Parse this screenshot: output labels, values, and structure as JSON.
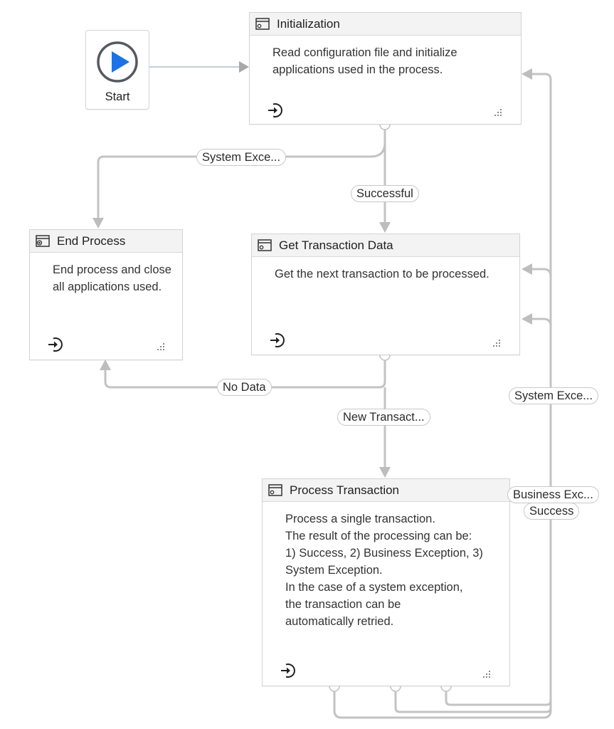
{
  "start": {
    "label": "Start",
    "icon": "play-circle-icon",
    "accent": "#1a73e8"
  },
  "states": {
    "initialization": {
      "title": "Initialization",
      "description": "Read configuration file and initialize applications used in the process."
    },
    "end_process": {
      "title": "End Process",
      "description": "End process and close all applications used."
    },
    "get_transaction_data": {
      "title": "Get Transaction Data",
      "description": "Get the next transaction to be processed."
    },
    "process_transaction": {
      "title": "Process Transaction",
      "description_lines": [
        "Process a single transaction.",
        "The result of the processing can be:",
        "1) Success, 2) Business Exception, 3)",
        "System Exception.",
        "In the case of a system exception,",
        "the transaction can be",
        "automatically retried."
      ]
    }
  },
  "transitions": {
    "init_system_exception": "System Exce...",
    "init_successful": "Successful",
    "get_no_data": "No Data",
    "get_new_transaction": "New Transact...",
    "process_system_exception": "System Exce...",
    "process_business_exception": "Business Exc...",
    "process_success": "Success"
  },
  "colors": {
    "wire": "#c3c3c3",
    "start_wire": "#c3cedb",
    "header_bg": "#f3f3f3",
    "play_blue": "#1a73e8"
  }
}
